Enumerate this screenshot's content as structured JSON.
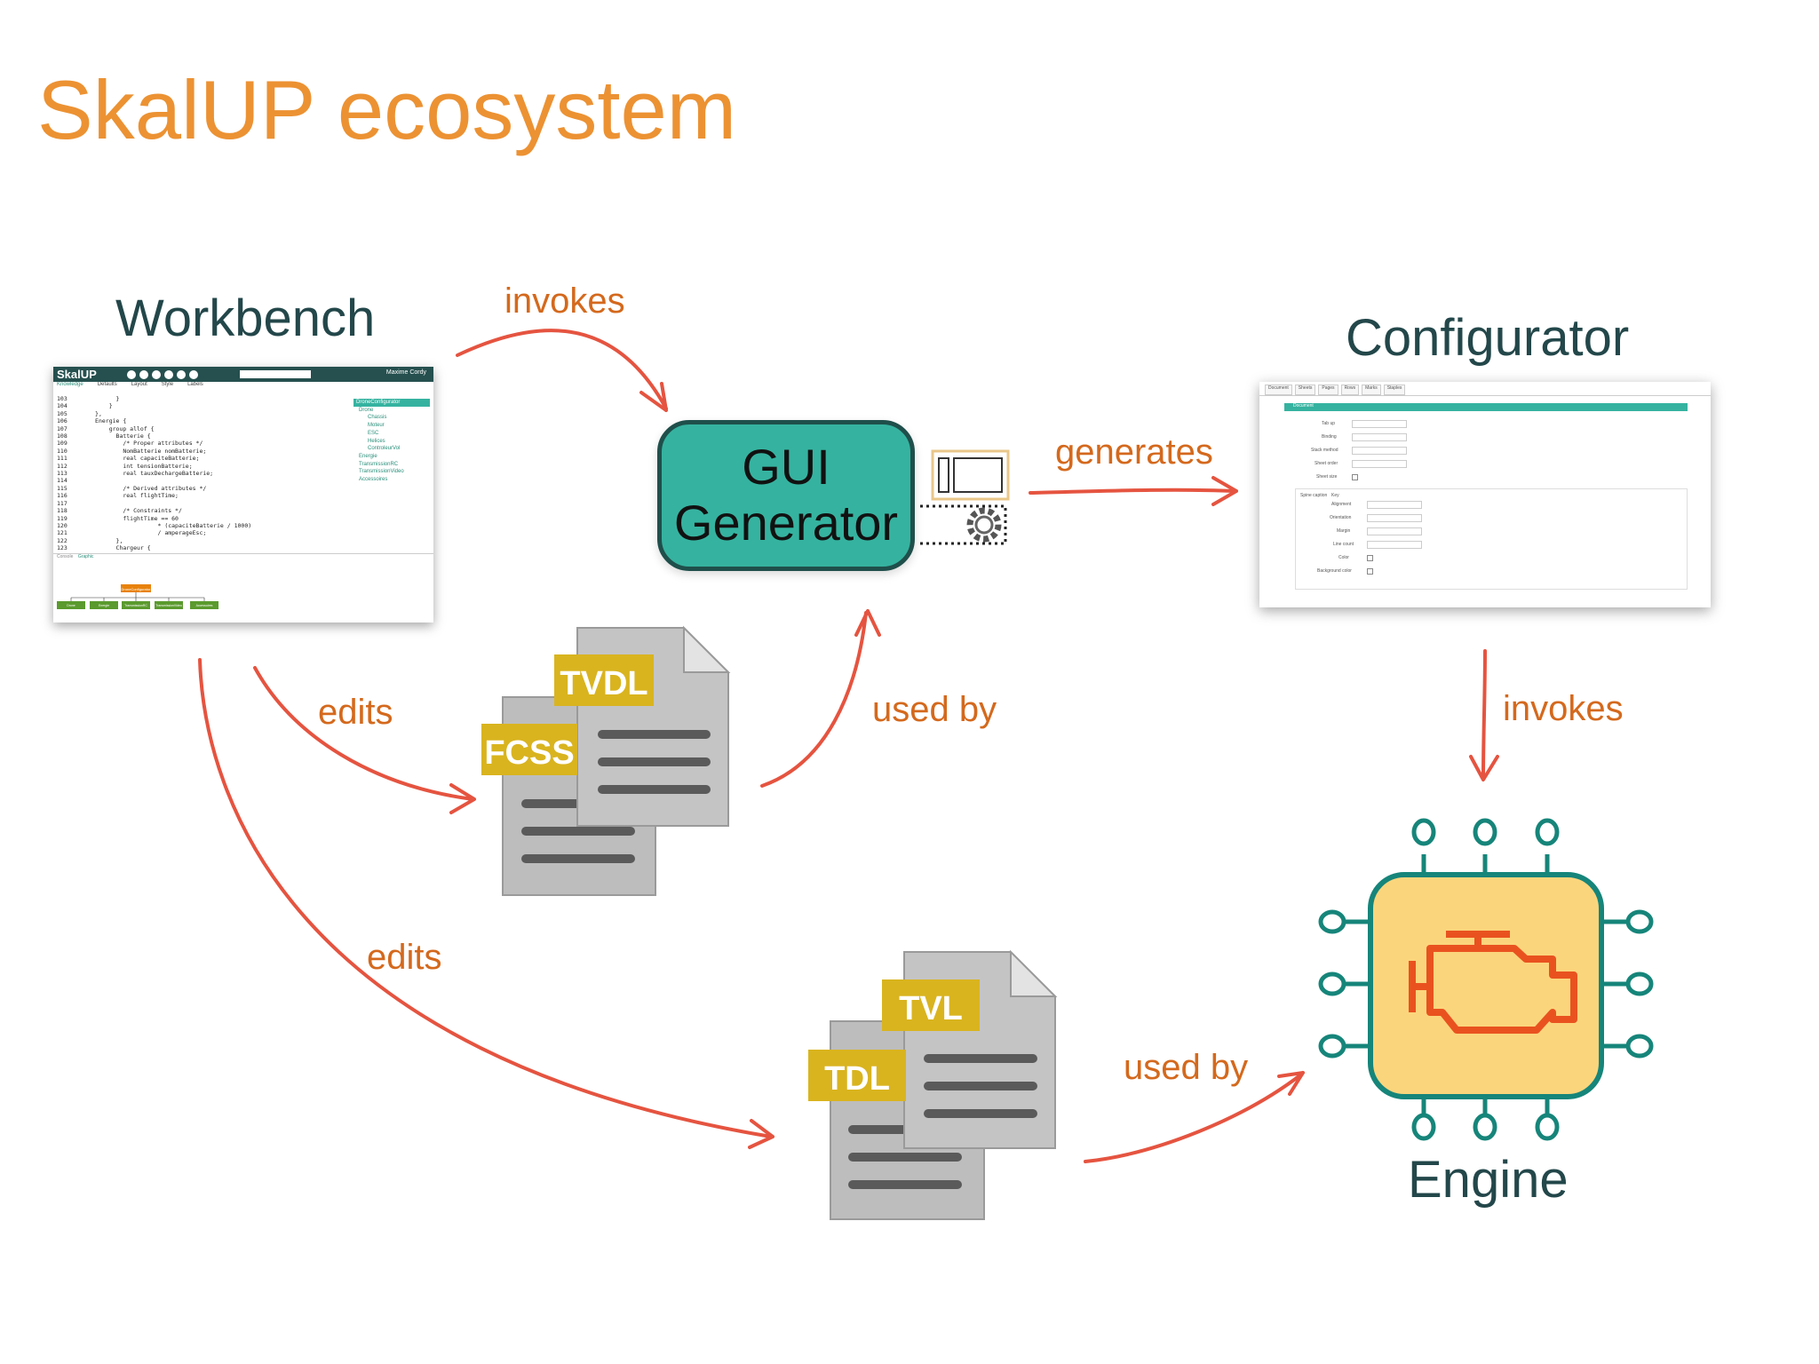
{
  "title": "SkalUP ecosystem",
  "nodes": {
    "workbench": "Workbench",
    "configurator": "Configurator",
    "engine": "Engine",
    "gui_generator_line1": "GUI",
    "gui_generator_line2": "Generator"
  },
  "edges": {
    "workbench_to_gui": "invokes",
    "gui_to_configurator": "generates",
    "configurator_to_engine": "invokes",
    "workbench_to_tvdl": "edits",
    "tvdl_to_gui": "used by",
    "workbench_to_tdl": "edits",
    "tdl_to_engine": "used by"
  },
  "documents": {
    "tvdl": "TVDL",
    "fcss": "FCSS",
    "tvl": "TVL",
    "tdl": "TDL"
  },
  "workbench_screenshot": {
    "app": "SkalUP",
    "user": "Maxime Cordy",
    "tabs": [
      "Knowledge",
      "Defaults",
      "Layout",
      "Style",
      "Labels"
    ],
    "code": "103              }\n104            }\n105        },\n106        Energie {\n107            group allof {\n108              Batterie {\n109                /* Proper attributes */\n110                NomBatterie nomBatterie;\n111                real capaciteBatterie;\n112                int tensionBatterie;\n113                real tauxDechargeBatterie;\n114\n115                /* Derived attributes */\n116                real flightTime;\n117\n118                /* Constraints */\n119                flightTime == 60\n120                          * (capaciteBatterie / 1000)\n121                          / amperageEsc;\n122              },\n123              Chargeur {",
    "tree": [
      "DroneConfigurator",
      "Drone",
      "Chassis",
      "Moteur",
      "ESC",
      "Helices",
      "ControleurVol",
      "Energie",
      "TransmissionRC",
      "TransmissionVideo",
      "Accessoires"
    ],
    "bottom_tabs": [
      "Console",
      "Graphic"
    ],
    "graph_root": "DroneConfigurator",
    "graph_children": [
      "Drone",
      "Energie",
      "TransmissionRC",
      "TransmissionVideo",
      "Accessoires"
    ]
  },
  "configurator_screenshot": {
    "tabs": [
      "Document",
      "Sheets",
      "Pages",
      "Rows",
      "Marks",
      "Staples"
    ],
    "section": "Document",
    "fields": [
      "Tab up",
      "Binding",
      "Stack method",
      "Sheet order",
      "Sheet size"
    ],
    "group_title": "Spine caption",
    "group_key": "Key",
    "group_fields": [
      "Alignment",
      "Orientation",
      "Margin",
      "Line count",
      "Color",
      "Background color"
    ]
  },
  "colors": {
    "title": "#ec9233",
    "node_label": "#23474a",
    "edge_label": "#d4691d",
    "arrow": "#e55440",
    "accent": "#35b3a0",
    "engine_fill": "#fbd57c",
    "engine_icon": "#e9521f"
  }
}
